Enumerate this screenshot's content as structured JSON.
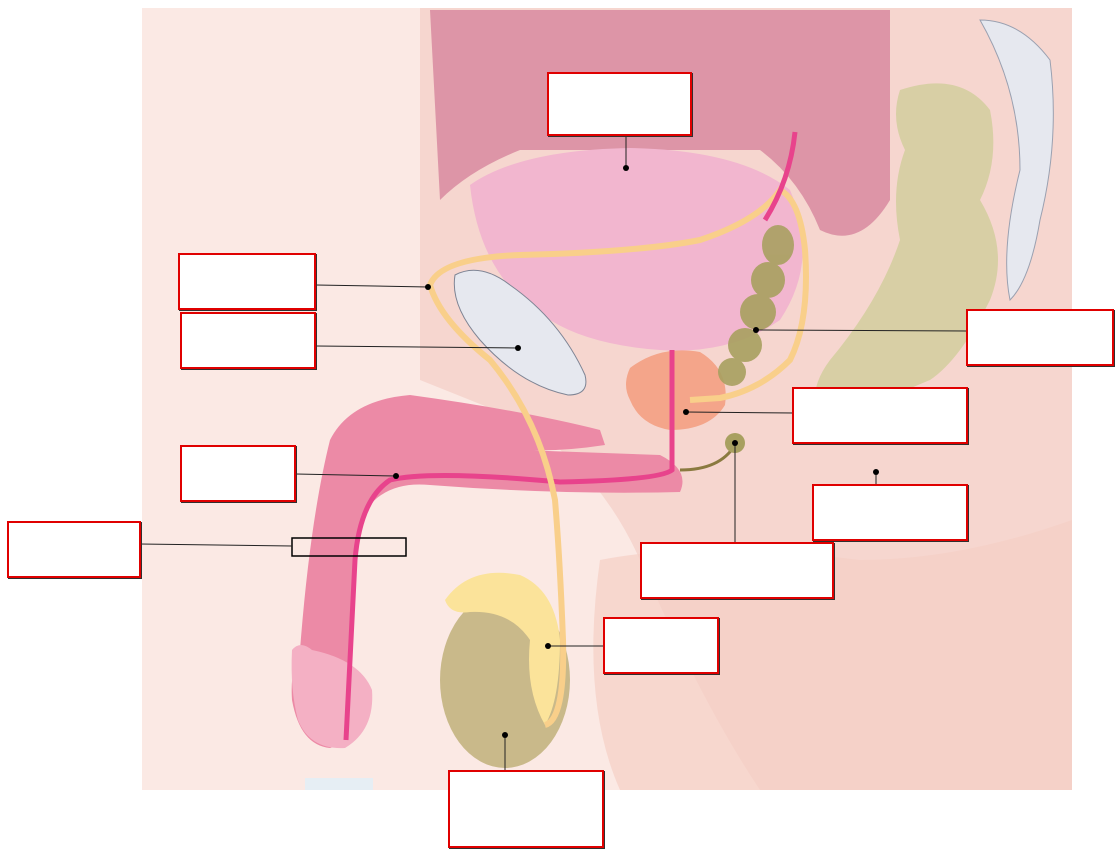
{
  "diagram": {
    "palette": {
      "skin_pale": "#fbe9e4",
      "skin_mid": "#f6d6cf",
      "abdomen": "#d88aa0",
      "bladder": "#f2b6cf",
      "bone": "#e6e8ef",
      "rectum": "#d8cfa5",
      "vas": "#f9cf8a",
      "urethra": "#e8438c",
      "penis": "#ec8aa6",
      "testis": "#c9b98a",
      "epididymis": "#fbe39a",
      "seminal": "#a8a060",
      "prostate": "#f4a58a",
      "label_border": "#e00000"
    },
    "labels": [
      {
        "id": "bladder",
        "text": ""
      },
      {
        "id": "vas-deferens",
        "text": ""
      },
      {
        "id": "pubic-bone",
        "text": ""
      },
      {
        "id": "seminal-vesicle",
        "text": ""
      },
      {
        "id": "prostate",
        "text": ""
      },
      {
        "id": "urethra",
        "text": ""
      },
      {
        "id": "rectum",
        "text": ""
      },
      {
        "id": "penis-shaft",
        "text": ""
      },
      {
        "id": "bulbourethral-gland",
        "text": ""
      },
      {
        "id": "epididymis",
        "text": ""
      },
      {
        "id": "testis",
        "text": ""
      }
    ]
  }
}
